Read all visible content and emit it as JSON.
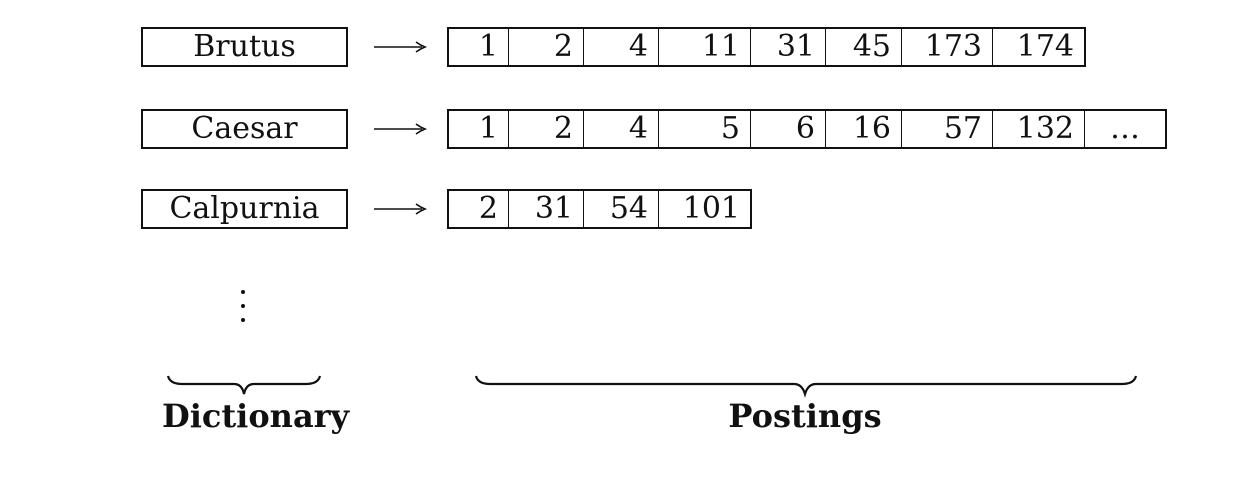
{
  "dictionary": {
    "terms": [
      "Brutus",
      "Caesar",
      "Calpurnia"
    ],
    "more_indicator": "⋮"
  },
  "postings_lists": [
    {
      "term": "Brutus",
      "doc_ids": [
        "1",
        "2",
        "4",
        "11",
        "31",
        "45",
        "173",
        "174"
      ]
    },
    {
      "term": "Caesar",
      "doc_ids": [
        "1",
        "2",
        "4",
        "5",
        "6",
        "16",
        "57",
        "132",
        "…"
      ]
    },
    {
      "term": "Calpurnia",
      "doc_ids": [
        "2",
        "31",
        "54",
        "101"
      ]
    }
  ],
  "arrow_glyph": "⟶",
  "labels": {
    "dictionary": "Dictionary",
    "postings": "Postings"
  },
  "colors": {
    "stroke": "#111111",
    "background": "#ffffff"
  }
}
